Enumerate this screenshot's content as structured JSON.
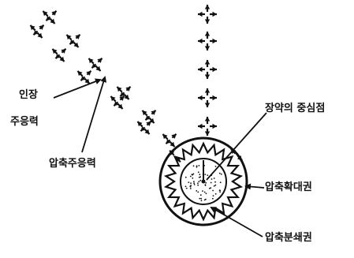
{
  "diagram": {
    "labels": {
      "tension_line1": "인장",
      "tension_line2": "주응력",
      "compressive_principal": "압축주응력",
      "charge_center": "장약의 중심점",
      "compression_expansion_zone": "압축확대권",
      "compression_crush_zone": "압축분쇄권"
    }
  },
  "colors": {
    "ink": "#111111",
    "background": "#ffffff"
  }
}
